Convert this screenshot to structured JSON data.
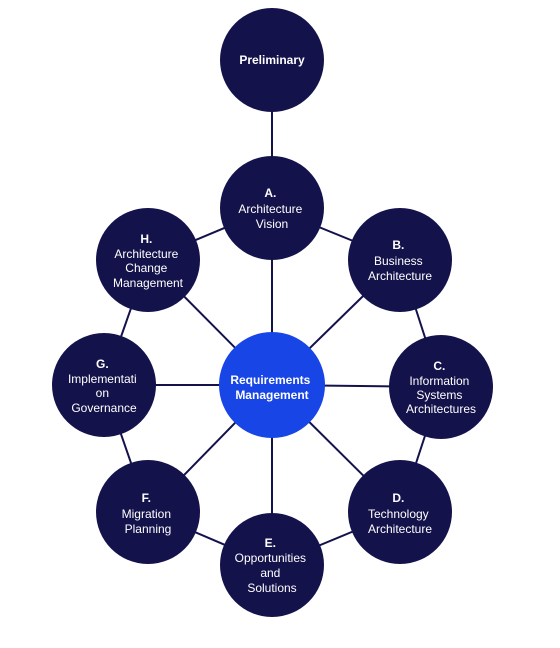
{
  "colors": {
    "node": "#14124b",
    "center": "#1845e6",
    "text": "#ffffff"
  },
  "preliminary": {
    "lines": [
      "Preliminary"
    ]
  },
  "center": {
    "lines": [
      "Requirements",
      "Management"
    ]
  },
  "phases": [
    {
      "id": "a",
      "title": "A.",
      "lines": [
        "Architecture",
        "Vision"
      ]
    },
    {
      "id": "b",
      "title": "B.",
      "lines": [
        "Business",
        "Architecture"
      ]
    },
    {
      "id": "c",
      "title": "C.",
      "lines": [
        "Information",
        "Systems",
        "Architectures"
      ]
    },
    {
      "id": "d",
      "title": "D.",
      "lines": [
        "Technology",
        "Architecture"
      ]
    },
    {
      "id": "e",
      "title": "E.",
      "lines": [
        "Opportunities",
        "and",
        "Solutions"
      ]
    },
    {
      "id": "f",
      "title": "F.",
      "lines": [
        "Migration",
        "Planning"
      ]
    },
    {
      "id": "g",
      "title": "G.",
      "lines": [
        "Implementati",
        "on",
        "Governance"
      ]
    },
    {
      "id": "h",
      "title": "H.",
      "lines": [
        "Architecture",
        "Change",
        "Management"
      ]
    }
  ]
}
